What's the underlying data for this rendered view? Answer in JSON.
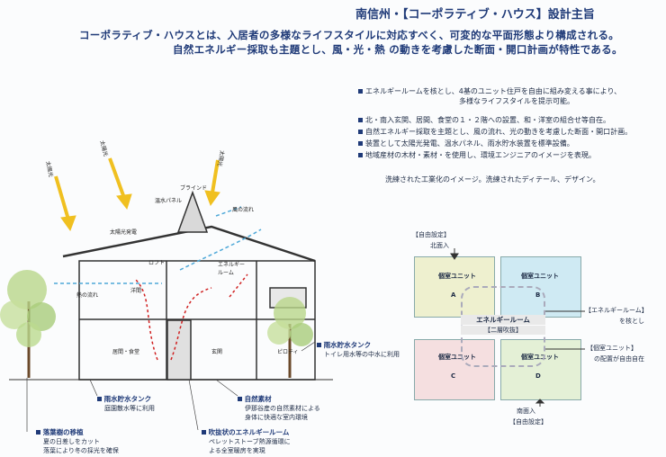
{
  "header": {
    "title": "南信州・【コーポラティブ・ハウス】設計主旨",
    "lead1": "コーポラティブ・ハウスとは、入居者の多様なライフスタイルに対応すべく、可変的な平面形態より構成される。",
    "lead2": "自然エネルギー採取も主題とし、風・光・熱 の動きを考慮した断面・開口計画が特性である。"
  },
  "bullets": [
    "エネルギールームを核とし、4基のユニット住戸を自由に組み変える事により、",
    "北・南入玄関、居間、食堂の１・２階への設置、和・洋室の組合せ等自在。",
    "自然エネルギー採取を主題とし、風の流れ、光の動きを考慮した断面・開口計画。",
    "装置として太陽光発電、温水パネル、雨水貯水装置を標準設備。",
    "地域産材の木材・素材・を使用し、環境エンジニアのイメージを表現。"
  ],
  "bullet1_cont": "多様なライフスタイルを提示可能。",
  "tagline": "洗練された工業化のイメージ。洗練されたディテール、デザイン。",
  "section": {
    "sun1": "太陽光",
    "sun2": "太陽光",
    "sun3": "太陽光",
    "blind": "ブラインド",
    "hot_panel": "温水パネル",
    "wind": "風の流れ",
    "solar_gen": "太陽光発電",
    "loft": "ロフト",
    "energy_room": "エネルギー\nルーム",
    "studio": "洋間",
    "heat_flow": "熱の流れ",
    "living": "居間・食堂",
    "entrance": "玄関",
    "piloti": "ピロティ",
    "rain_tank_r_title": "雨水貯水タンク",
    "rain_tank_r_desc": "トイレ用水等の中水に利用",
    "rain_tank_l_title": "雨水貯水タンク",
    "rain_tank_l_desc": "庭園散水等に利用",
    "material_title": "自然素材",
    "material_desc1": "伊那谷産の自然素材による",
    "material_desc2": "身体に快適な室内環境",
    "tree_title": "落葉樹の移植",
    "tree_desc1": "夏の日差しをカット",
    "tree_desc2": "落葉により冬の採光を確保",
    "atrium_title": "吹抜状のエネルギールーム",
    "atrium_desc1": "ペレットストーブ熱源循環に",
    "atrium_desc2": "よる全室暖房を実現"
  },
  "plan": {
    "free_top": "【自由設定】",
    "north_entry": "北面入",
    "unit_label": "個室ユニット",
    "rooms": [
      "A",
      "B",
      "C",
      "D"
    ],
    "energy_room": "エネルギールーム",
    "atrium": "【二層吹抜】",
    "side_title": "【エネルギールーム】",
    "side_desc": "を核とし",
    "unit_title": "【個室ユニット】",
    "unit_desc": "の配置が自由自在",
    "south_entry": "南面入",
    "free_bottom": "【自由設定】"
  },
  "colors": {
    "roomA": "#eef0cf",
    "roomB": "#cfeaf3",
    "roomC": "#f5dfe0",
    "roomD": "#e4f0d6",
    "accent": "#1f3a78"
  }
}
